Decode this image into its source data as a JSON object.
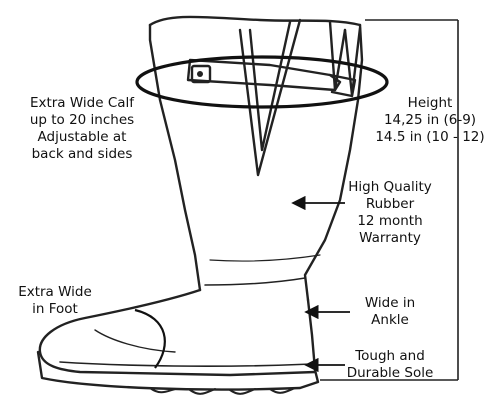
{
  "labels": {
    "calf": [
      "Extra Wide Calf",
      "up to 20 inches",
      "Adjustable at",
      "back and sides"
    ],
    "height": [
      "Height",
      "14,25 in (6-9)",
      "14.5 in (10 - 12)"
    ],
    "rubber": [
      "High Quality",
      "Rubber",
      "12 month",
      "Warranty"
    ],
    "foot": [
      "Extra Wide",
      "in Foot"
    ],
    "ankle": [
      "Wide in",
      "Ankle"
    ],
    "sole": [
      "Tough and",
      "Durable Sole"
    ]
  },
  "colors": {
    "ink": "#111111",
    "line": "#222222",
    "background": "#ffffff"
  }
}
